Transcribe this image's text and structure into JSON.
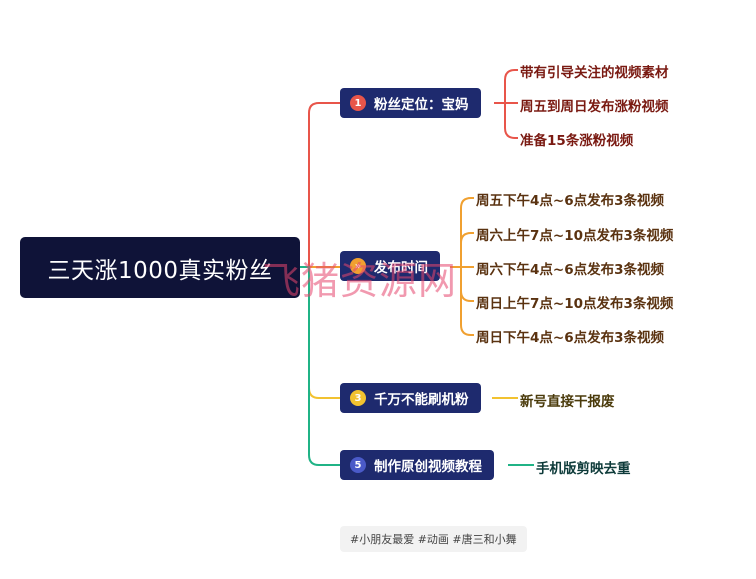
{
  "root": {
    "title": "三天涨1000真实粉丝"
  },
  "branches": [
    {
      "badge": "1",
      "label": "粉丝定位：宝妈",
      "color": "#e8554a",
      "badge_color": "#e8554a",
      "leaves": [
        "带有引导关注的视频素材",
        "周五到周日发布涨粉视频",
        "准备15条涨粉视频"
      ]
    },
    {
      "badge": "»",
      "label": "发布时间",
      "color": "#f0a030",
      "badge_color": "#f0a030",
      "leaves": [
        "周五下午4点~6点发布3条视频",
        "周六上午7点~10点发布3条视频",
        "周六下午4点~6点发布3条视频",
        "周日上午7点~10点发布3条视频",
        "周日下午4点~6点发布3条视频"
      ]
    },
    {
      "badge": "3",
      "label": "千万不能刷机粉",
      "color": "#f2c230",
      "badge_color": "#f2c230",
      "leaves": [
        "新号直接干报废"
      ]
    },
    {
      "badge": "5",
      "label": "制作原创视频教程",
      "color": "#20b386",
      "badge_color": "#4a5ac8",
      "leaves": [
        "手机版剪映去重"
      ]
    }
  ],
  "tags": "#小朋友最爱 #动画 #唐三和小舞",
  "watermark": "飞猪资源网"
}
